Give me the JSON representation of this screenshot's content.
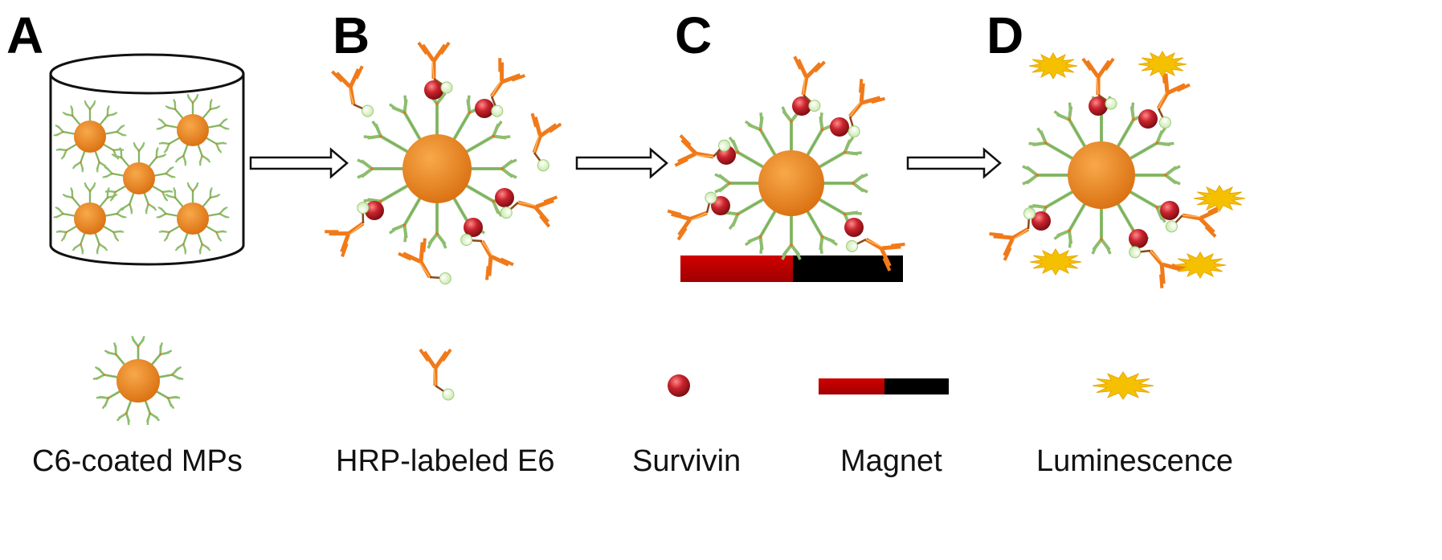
{
  "panels": [
    {
      "label": "A"
    },
    {
      "label": "B"
    },
    {
      "label": "C"
    },
    {
      "label": "D"
    }
  ],
  "legend": [
    {
      "label": "C6-coated MPs",
      "icon": "coated-mp-icon"
    },
    {
      "label": "HRP-labeled E6",
      "icon": "hrp-antibody-icon"
    },
    {
      "label": "Survivin",
      "icon": "survivin-icon"
    },
    {
      "label": "Magnet",
      "icon": "magnet-icon"
    },
    {
      "label": "Luminescence",
      "icon": "luminescence-icon"
    }
  ],
  "colors": {
    "particle": "#ee8a2a",
    "capture_antibody": "#8dbd6e",
    "detection_antibody": "#f07a1a",
    "hrp_bead": "#d8f0c0",
    "survivin": "#c0202a",
    "magnet_red": "#c00000",
    "magnet_black": "#000000",
    "luminescence": "#f5c000"
  }
}
